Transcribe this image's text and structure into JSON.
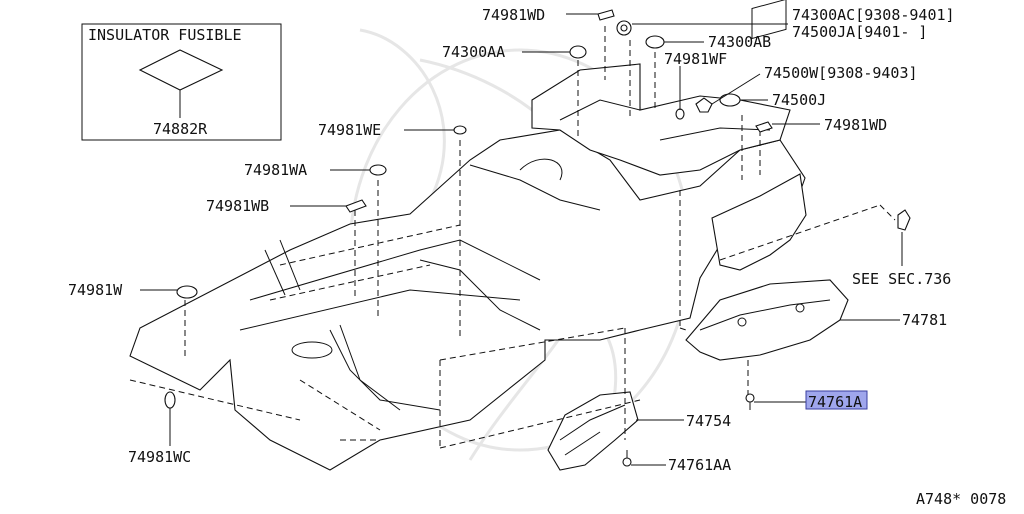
{
  "inset": {
    "title": "INSULATOR FUSIBLE",
    "part": "74882R"
  },
  "labels": {
    "p74981WD_top": "74981WD",
    "p74300AC": "74300AC[9308-9401]",
    "p74500JA": "74500JA[9401-      ]",
    "p74300AA": "74300AA",
    "p74300AB": "74300AB",
    "p74981WF": "74981WF",
    "p74500W": "74500W[9308-9403]",
    "p74500J": "74500J",
    "p74981WE": "74981WE",
    "p74981WD_right": "74981WD",
    "p74981WA": "74981WA",
    "p74981WB": "74981WB",
    "see_sec": "SEE SEC.736",
    "p74981W": "74981W",
    "p74781": "74781",
    "p74761A": "74761A",
    "p74754": "74754",
    "p74981WC": "74981WC",
    "p74761AA": "74761AA"
  },
  "highlight": {
    "part": "74761A",
    "color": "#9fa6ec"
  },
  "footer": {
    "code": "A748* 0078"
  }
}
